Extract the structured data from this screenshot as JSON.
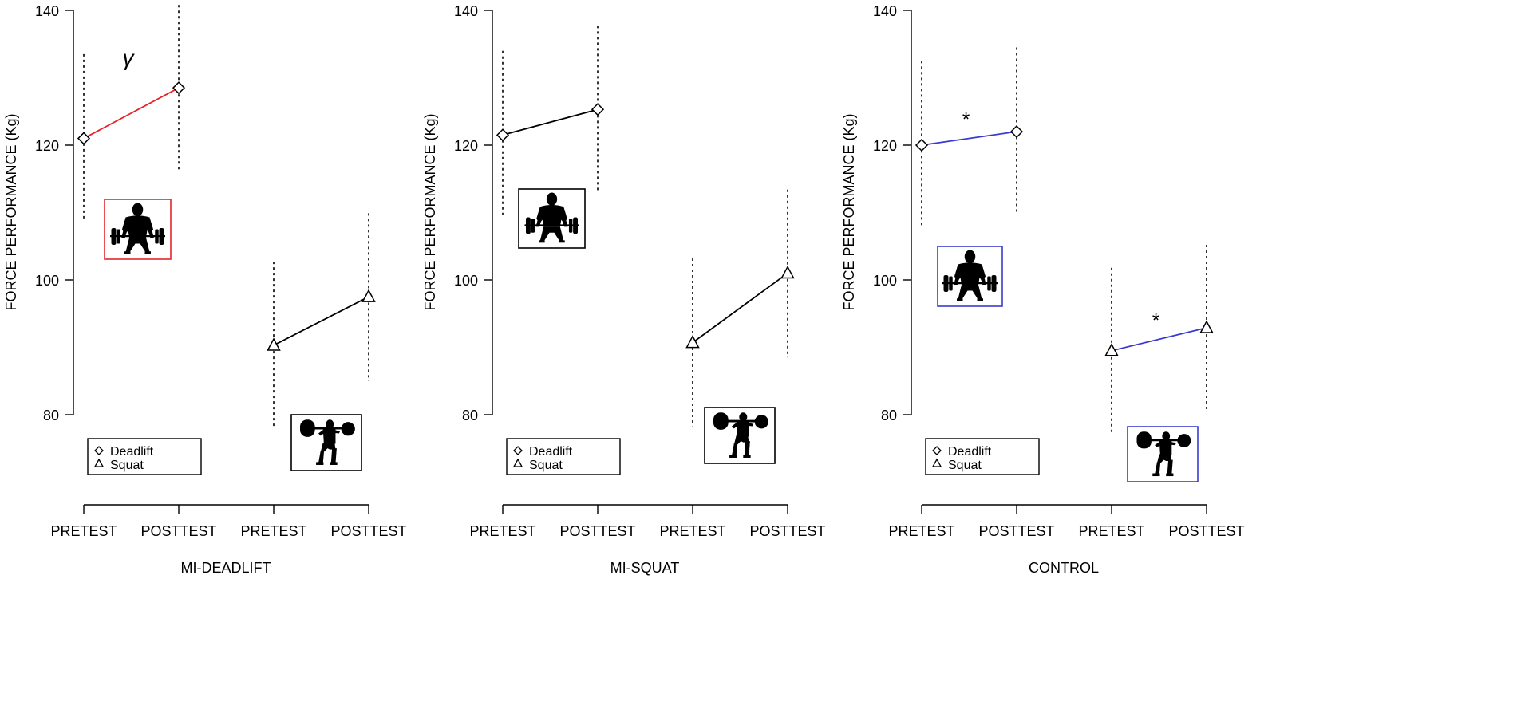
{
  "chart_data": [
    {
      "type": "line",
      "title": "",
      "xlabel": "MI-DEADLIFT",
      "ylabel": "FORCE PERFORMANCE (Kg)",
      "ylim": [
        80,
        140
      ],
      "yticks": [
        80,
        100,
        120,
        140
      ],
      "x_ticks": [
        "PRETEST",
        "POSTTEST",
        "PRETEST",
        "POSTTEST"
      ],
      "grid": false,
      "legend": {
        "placement": "bottom-left",
        "entries": [
          "Deadlift",
          "Squat"
        ]
      },
      "highlight_color": "#e8232a",
      "series": [
        {
          "name": "Deadlift",
          "marker": "diamond",
          "x": [
            1,
            2
          ],
          "values": [
            121.0,
            128.5
          ],
          "err_low": [
            108.7,
            116.2
          ],
          "err_high": [
            133.5,
            140.8
          ],
          "line_color": "#e8232a",
          "annotation": "γ",
          "icon": "deadlift-icon",
          "icon_frame_color": "#e8232a"
        },
        {
          "name": "Squat",
          "marker": "triangle",
          "x": [
            3,
            4
          ],
          "values": [
            90.3,
            97.5
          ],
          "err_low": [
            78.0,
            85.0
          ],
          "err_high": [
            102.7,
            109.9
          ],
          "line_color": "#000000",
          "annotation": "",
          "icon": "squat-icon",
          "icon_frame_color": "#000000"
        }
      ]
    },
    {
      "type": "line",
      "title": "",
      "xlabel": "MI-SQUAT",
      "ylabel": "FORCE PERFORMANCE (Kg)",
      "ylim": [
        80,
        140
      ],
      "yticks": [
        80,
        100,
        120,
        140
      ],
      "x_ticks": [
        "PRETEST",
        "POSTTEST",
        "PRETEST",
        "POSTTEST"
      ],
      "grid": false,
      "legend": {
        "placement": "bottom-left",
        "entries": [
          "Deadlift",
          "Squat"
        ]
      },
      "highlight_color": "#000000",
      "series": [
        {
          "name": "Deadlift",
          "marker": "diamond",
          "x": [
            1,
            2
          ],
          "values": [
            121.5,
            125.3
          ],
          "err_low": [
            109.2,
            113.0
          ],
          "err_high": [
            134.0,
            137.7
          ],
          "line_color": "#000000",
          "annotation": "",
          "icon": "deadlift-icon",
          "icon_frame_color": "#000000"
        },
        {
          "name": "Squat",
          "marker": "triangle",
          "x": [
            3,
            4
          ],
          "values": [
            90.7,
            101.0
          ],
          "err_low": [
            78.3,
            88.5
          ],
          "err_high": [
            103.2,
            113.4
          ],
          "line_color": "#000000",
          "annotation": "",
          "icon": "squat-icon",
          "icon_frame_color": "#000000"
        }
      ]
    },
    {
      "type": "line",
      "title": "",
      "xlabel": "CONTROL",
      "ylabel": "FORCE PERFORMANCE (Kg)",
      "ylim": [
        80,
        140
      ],
      "yticks": [
        80,
        100,
        120,
        140
      ],
      "x_ticks": [
        "PRETEST",
        "POSTTEST",
        "PRETEST",
        "POSTTEST"
      ],
      "grid": false,
      "legend": {
        "placement": "bottom-left",
        "entries": [
          "Deadlift",
          "Squat"
        ]
      },
      "highlight_color": "#3a3acf",
      "series": [
        {
          "name": "Deadlift",
          "marker": "diamond",
          "x": [
            1,
            2
          ],
          "values": [
            120.0,
            122.0
          ],
          "err_low": [
            107.7,
            109.7
          ],
          "err_high": [
            132.5,
            134.5
          ],
          "line_color": "#3a3acf",
          "annotation": "*",
          "icon": "deadlift-icon",
          "icon_frame_color": "#3a3acf"
        },
        {
          "name": "Squat",
          "marker": "triangle",
          "x": [
            3,
            4
          ],
          "values": [
            89.5,
            92.9
          ],
          "err_low": [
            77.2,
            80.5
          ],
          "err_high": [
            101.8,
            105.2
          ],
          "line_color": "#3a3acf",
          "annotation": "*",
          "icon": "squat-icon",
          "icon_frame_color": "#3a3acf"
        }
      ]
    }
  ]
}
